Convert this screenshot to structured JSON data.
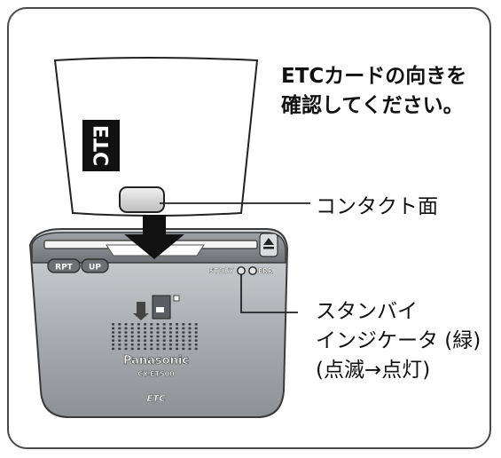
{
  "title": {
    "line1": "ETCカードの向きを",
    "line2": "確認してください。"
  },
  "labels": {
    "contact_surface": "コンタクト面",
    "standby_line1": "スタンバイ",
    "standby_line2": "インジケータ (緑)",
    "standby_line3": "(点滅→点灯)"
  },
  "device": {
    "btn_rpt": "RPT",
    "btn_up": "UP",
    "standby_tag": "STDBY",
    "err_tag": "ERR",
    "brand": "Panasonic",
    "model": "CY-ET500",
    "logo": "ETC",
    "card_logo": "ETC",
    "eject_icon": "eject-icon"
  },
  "colors": {
    "border": "#4a4a4a",
    "device_body": "#b8bcc0",
    "device_dark": "#5a5e62",
    "arrow": "#111111"
  }
}
